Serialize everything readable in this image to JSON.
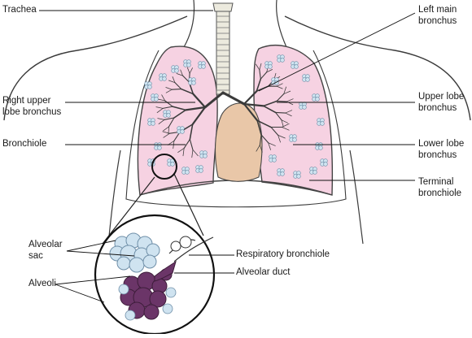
{
  "labels": {
    "trachea": "Trachea",
    "left_main_bronchus": "Left main\nbronchus",
    "right_upper_lobe_bronchus": "Right upper\nlobe bronchus",
    "upper_lobe_bronchus": "Upper lobe\nbronchus",
    "bronchiole": "Bronchiole",
    "lower_lobe_bronchus": "Lower lobe\nbronchus",
    "terminal_bronchiole": "Terminal\nbronchiole",
    "alveolar_sac": "Alveolar\nsac",
    "respiratory_bronchiole": "Respiratory bronchiole",
    "alveolar_duct": "Alveolar duct",
    "alveoli": "Alveoli"
  },
  "colors": {
    "lung_fill": "#f6d2e2",
    "lung_outline": "#444444",
    "heart_fill": "#e9c7a8",
    "trachea_fill": "#eceade",
    "alveolus_fill": "#cfe3f0",
    "alveolus_stroke": "#6f8fa8",
    "alveoli_dark": "#6b3568",
    "body_outline": "#3a3a3a",
    "leader_line": "#111111"
  }
}
